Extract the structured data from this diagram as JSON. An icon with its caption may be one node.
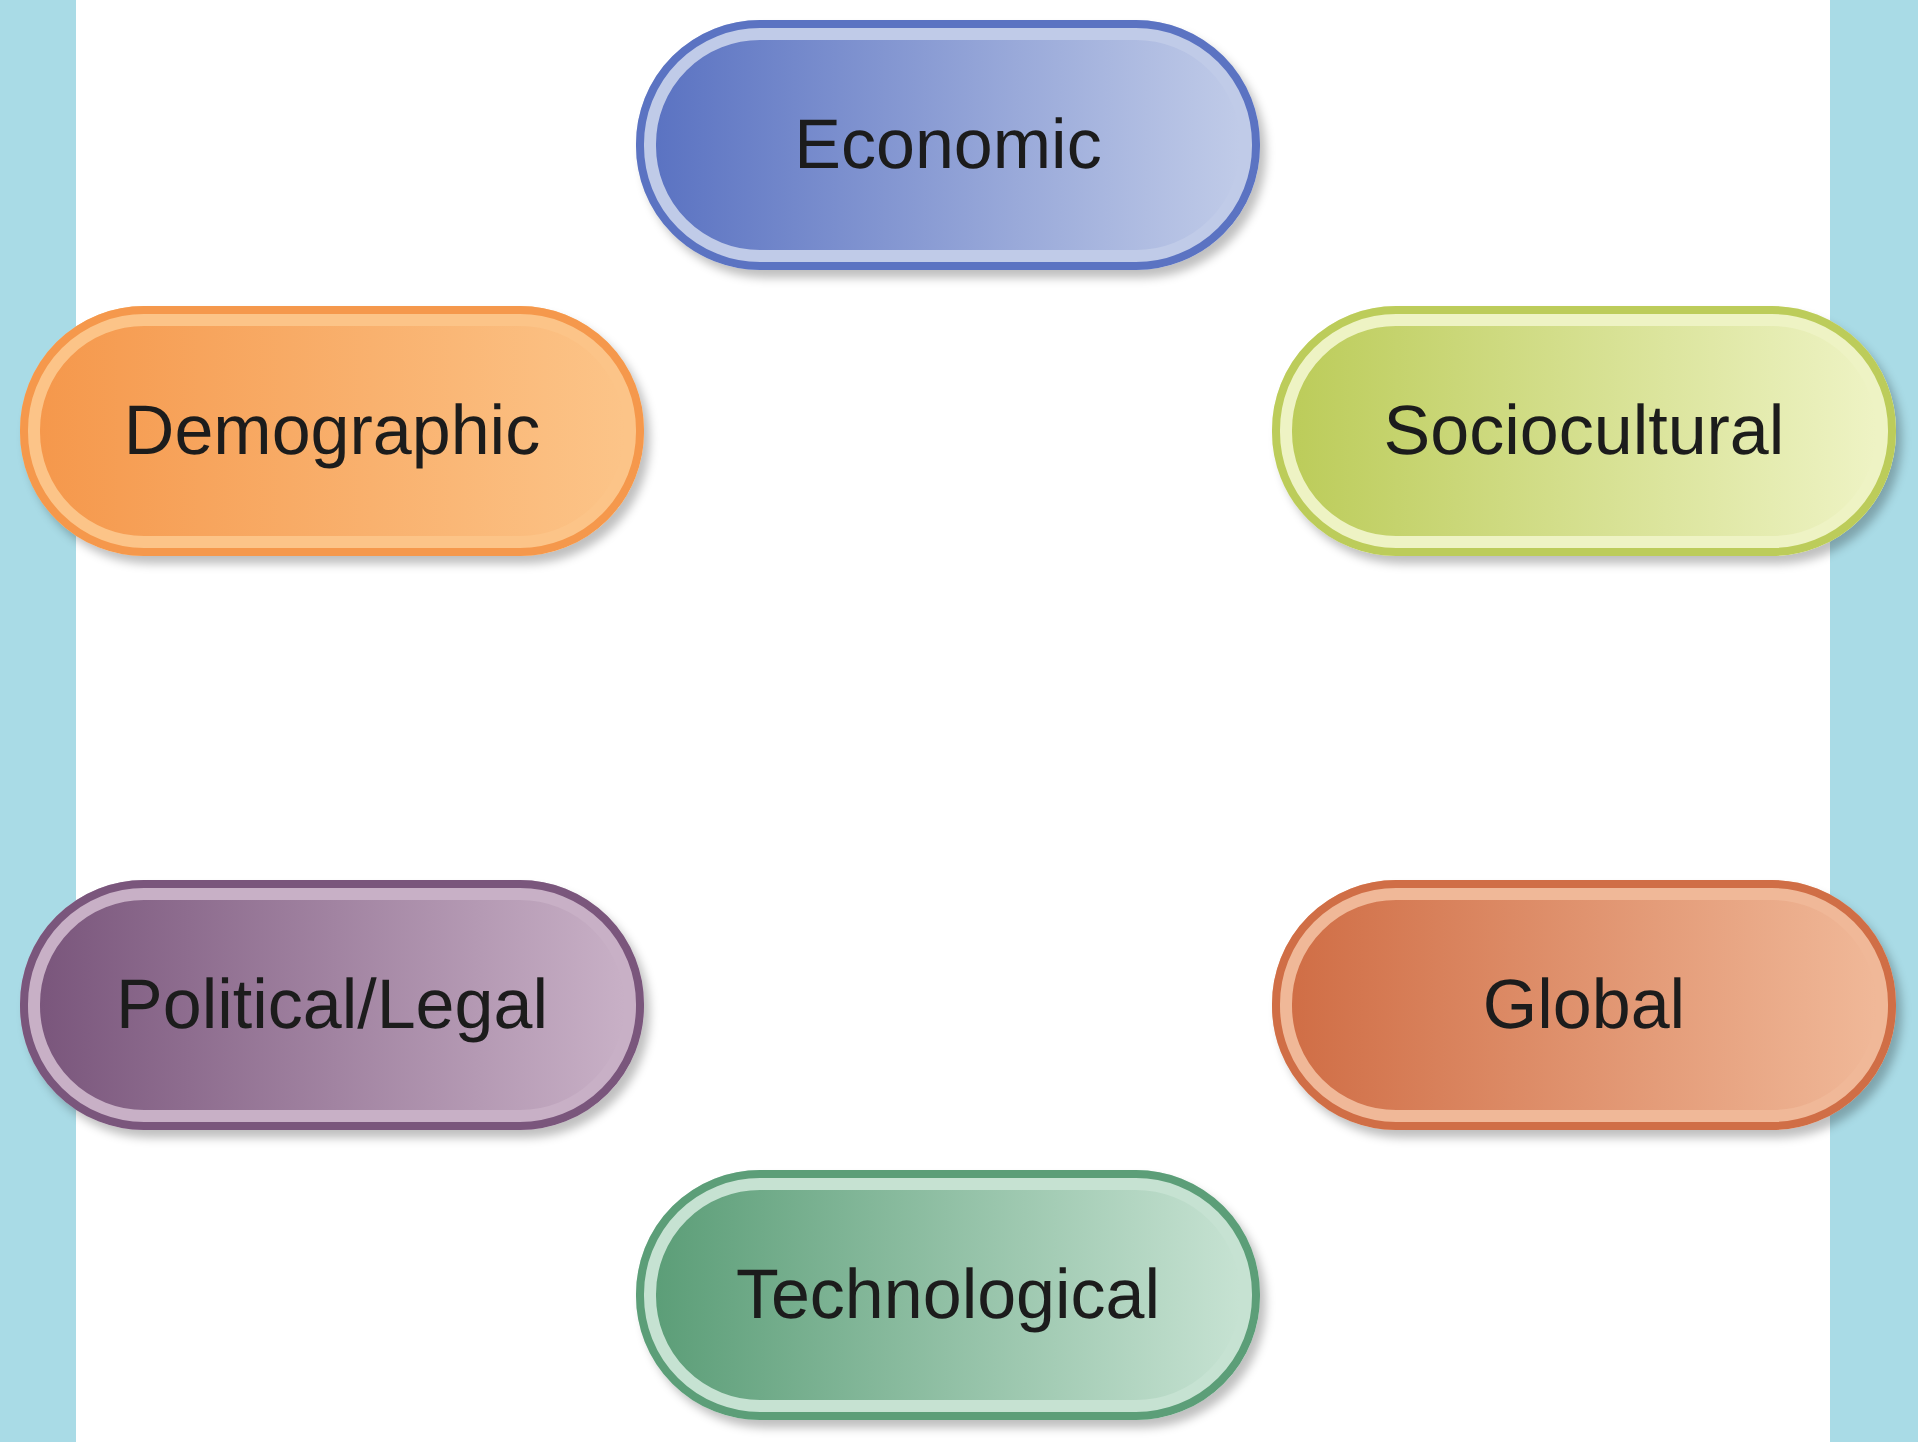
{
  "diagram": {
    "nodes": [
      {
        "text": [
          "Economic"
        ]
      },
      {
        "text": [
          "Demographic"
        ]
      },
      {
        "text": [
          "Sociocultural"
        ]
      },
      {
        "text": [
          "Political/Legal"
        ]
      },
      {
        "text": [
          "Global"
        ]
      },
      {
        "text": [
          "Technological"
        ]
      }
    ]
  }
}
